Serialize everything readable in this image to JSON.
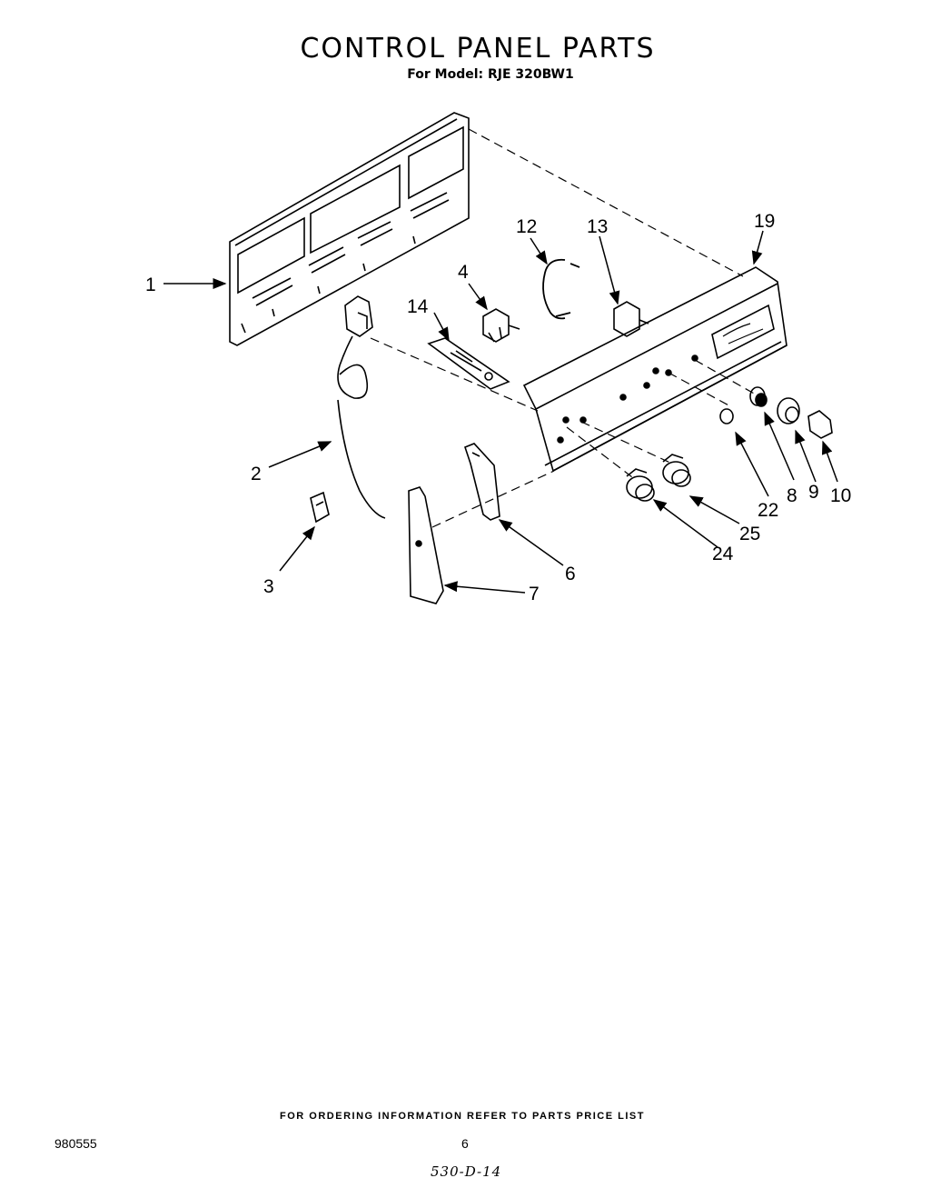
{
  "title": "CONTROL PANEL PARTS",
  "subtitle": "For Model: RJE 320BW1",
  "callouts": [
    "1",
    "2",
    "3",
    "4",
    "6",
    "7",
    "8",
    "9",
    "10",
    "12",
    "13",
    "14",
    "19",
    "22",
    "24",
    "25"
  ],
  "footer": {
    "ordering_note": "FOR ORDERING INFORMATION REFER TO PARTS PRICE LIST",
    "document_number": "980555",
    "page_number": "6",
    "handwritten_code": "530-D-14"
  }
}
